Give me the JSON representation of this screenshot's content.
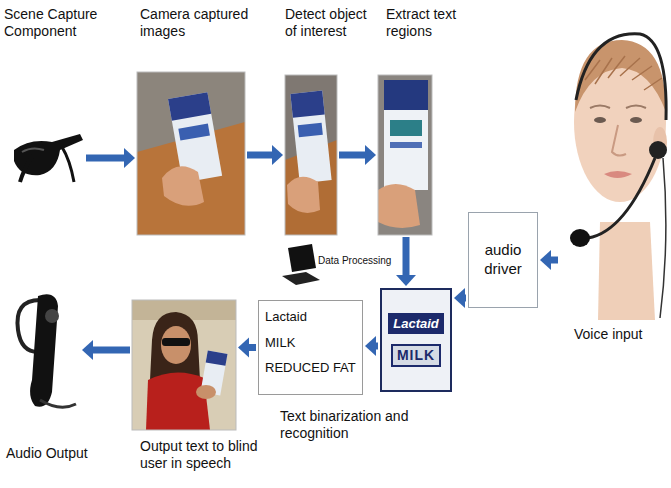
{
  "diagram": {
    "nodes": [
      {
        "text": [
          "Scene Capture Component"
        ]
      },
      {
        "text": [
          "Camera captured images"
        ]
      },
      {
        "text": [
          "Detect object of interest"
        ]
      },
      {
        "text": [
          "Extract text regions"
        ]
      },
      {
        "text": [
          "audio driver"
        ]
      },
      {
        "text": [
          "Voice input"
        ]
      },
      {
        "text": [
          "Lactaid",
          "MILK"
        ]
      },
      {
        "text": [
          "Lactaid",
          "MILK",
          "REDUCED FAT"
        ]
      },
      {
        "text": [
          "Output text to blind user in speech"
        ]
      },
      {
        "text": [
          "Audio Output"
        ]
      }
    ],
    "edges": [
      {
        "from": 0,
        "to": 1,
        "arrow": "to"
      },
      {
        "from": 1,
        "to": 2,
        "arrow": "to"
      },
      {
        "from": 2,
        "to": 3,
        "arrow": "to"
      },
      {
        "from": 3,
        "to": 6,
        "arrow": "to"
      },
      {
        "from": 5,
        "to": 4,
        "arrow": "to"
      },
      {
        "from": 4,
        "to": 6,
        "arrow": "to"
      },
      {
        "from": 6,
        "to": 7,
        "arrow": "to"
      },
      {
        "from": 7,
        "to": 8,
        "arrow": "to"
      },
      {
        "from": 8,
        "to": 9,
        "arrow": "to"
      }
    ],
    "labels": [
      "Data Processing",
      "Text binarization and recognition"
    ]
  }
}
